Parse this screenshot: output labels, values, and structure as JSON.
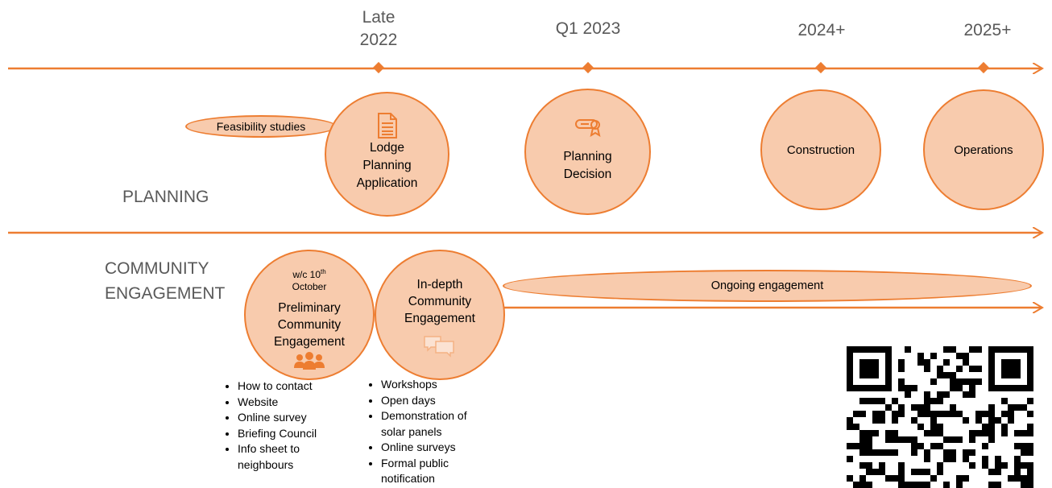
{
  "milestones": [
    "Late\n2022",
    "Q1 2023",
    "2024+",
    "2025+"
  ],
  "sections": {
    "planning": "PLANNING",
    "community": "COMMUNITY\nENGAGEMENT"
  },
  "planning": {
    "feasibility": "Feasibility studies",
    "nodes": [
      {
        "label": "Lodge\nPlanning\nApplication",
        "icon": "document-icon"
      },
      {
        "label": "Planning\nDecision",
        "icon": "certificate-icon"
      },
      {
        "label": "Construction"
      },
      {
        "label": "Operations"
      }
    ]
  },
  "community": {
    "preliminary": {
      "date": "w/c 10th October",
      "date_main": "w/c 10",
      "date_sup": "th",
      "date_month": "October",
      "label": "Preliminary\nCommunity\nEngagement",
      "icon": "people-icon",
      "bullets": [
        "How to contact",
        "Website",
        "Online survey",
        "Briefing Council",
        "Info sheet to neighbours"
      ]
    },
    "in_depth": {
      "label": "In-depth\nCommunity\nEngagement",
      "icon": "chat-icon",
      "bullets": [
        "Workshops",
        "Open days",
        "Demonstration of solar panels",
        "Online surveys",
        "Formal public notification"
      ]
    },
    "ongoing": "Ongoing engagement"
  },
  "colors": {
    "accent": "#ed7d31",
    "fill": "#f8cbad",
    "muted_text": "#595959"
  },
  "qr": {
    "icon": "qr-code"
  }
}
